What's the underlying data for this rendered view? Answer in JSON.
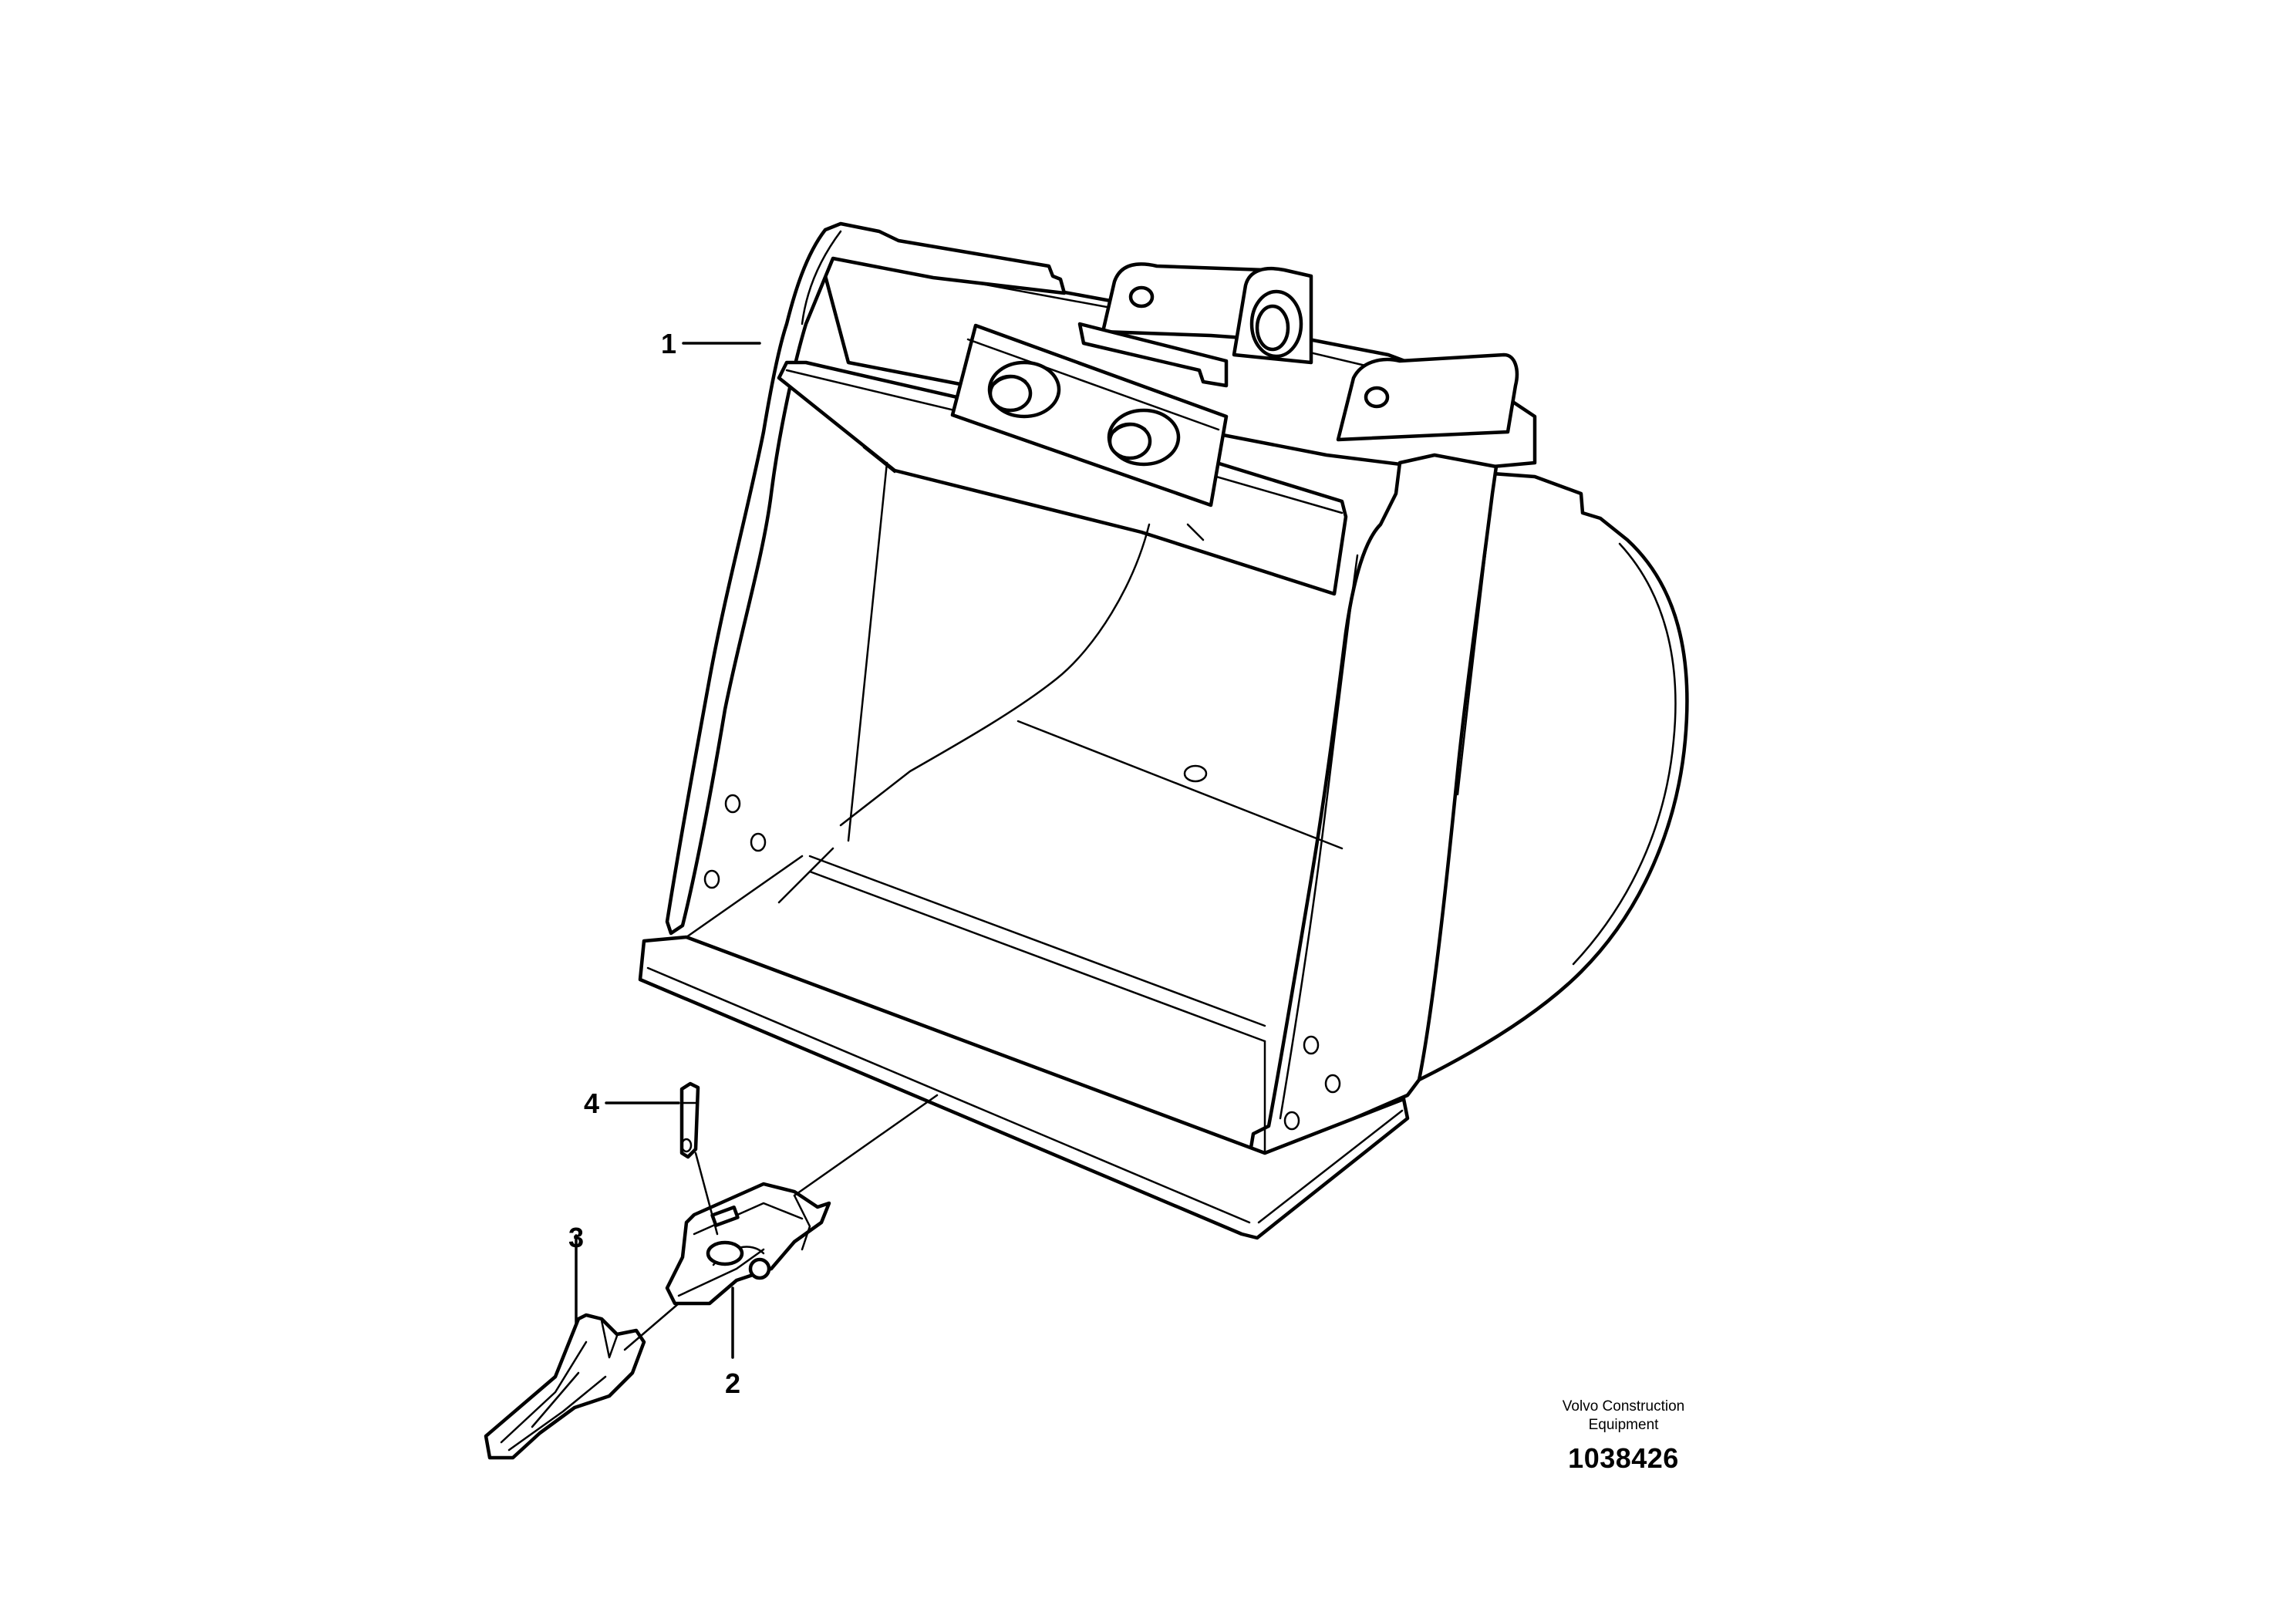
{
  "callouts": [
    {
      "id": "1",
      "label": "1"
    },
    {
      "id": "2",
      "label": "2"
    },
    {
      "id": "3",
      "label": "3"
    },
    {
      "id": "4",
      "label": "4"
    }
  ],
  "credit": {
    "company_line1": "Volvo Construction",
    "company_line2": "Equipment",
    "drawing_number": "1038426"
  }
}
